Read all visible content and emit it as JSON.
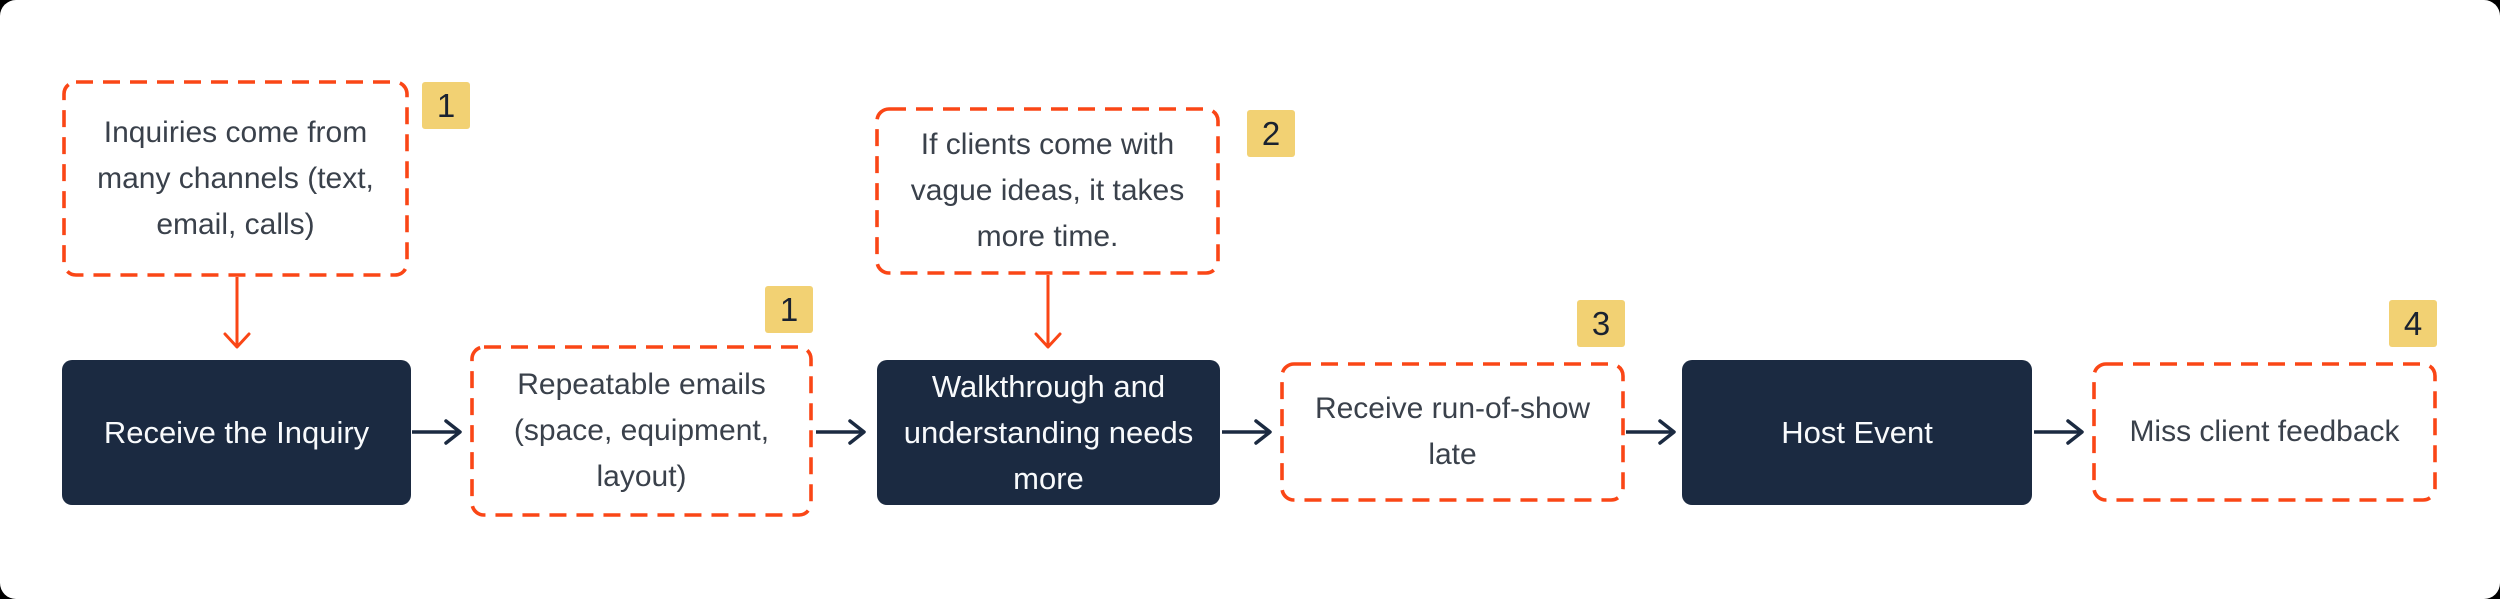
{
  "colors": {
    "background": "#000000",
    "surface": "#ffffff",
    "navy": "#1b2a41",
    "orange": "#fa4616",
    "badge_bg": "#f2d173",
    "badge_text": "#1a2230",
    "note_text": "#3a414b",
    "solid_text": "#f8fafc"
  },
  "annotations": [
    {
      "badge": "1",
      "text": "Inquiries come from many channels (text, email, calls)"
    },
    {
      "badge": "2",
      "text": "If clients come with vague ideas, it takes more time."
    }
  ],
  "steps": [
    {
      "type": "solid",
      "label": "Receive the Inquiry"
    },
    {
      "type": "dashed",
      "badge": "1",
      "label": "Repeatable emails (space, equipment, layout)"
    },
    {
      "type": "solid",
      "label": "Walkthrough and understanding needs more"
    },
    {
      "type": "dashed",
      "badge": "3",
      "label": "Receive run-of-show late"
    },
    {
      "type": "solid",
      "label": "Host Event"
    },
    {
      "type": "dashed",
      "badge": "4",
      "label": "Miss client feedback"
    }
  ]
}
